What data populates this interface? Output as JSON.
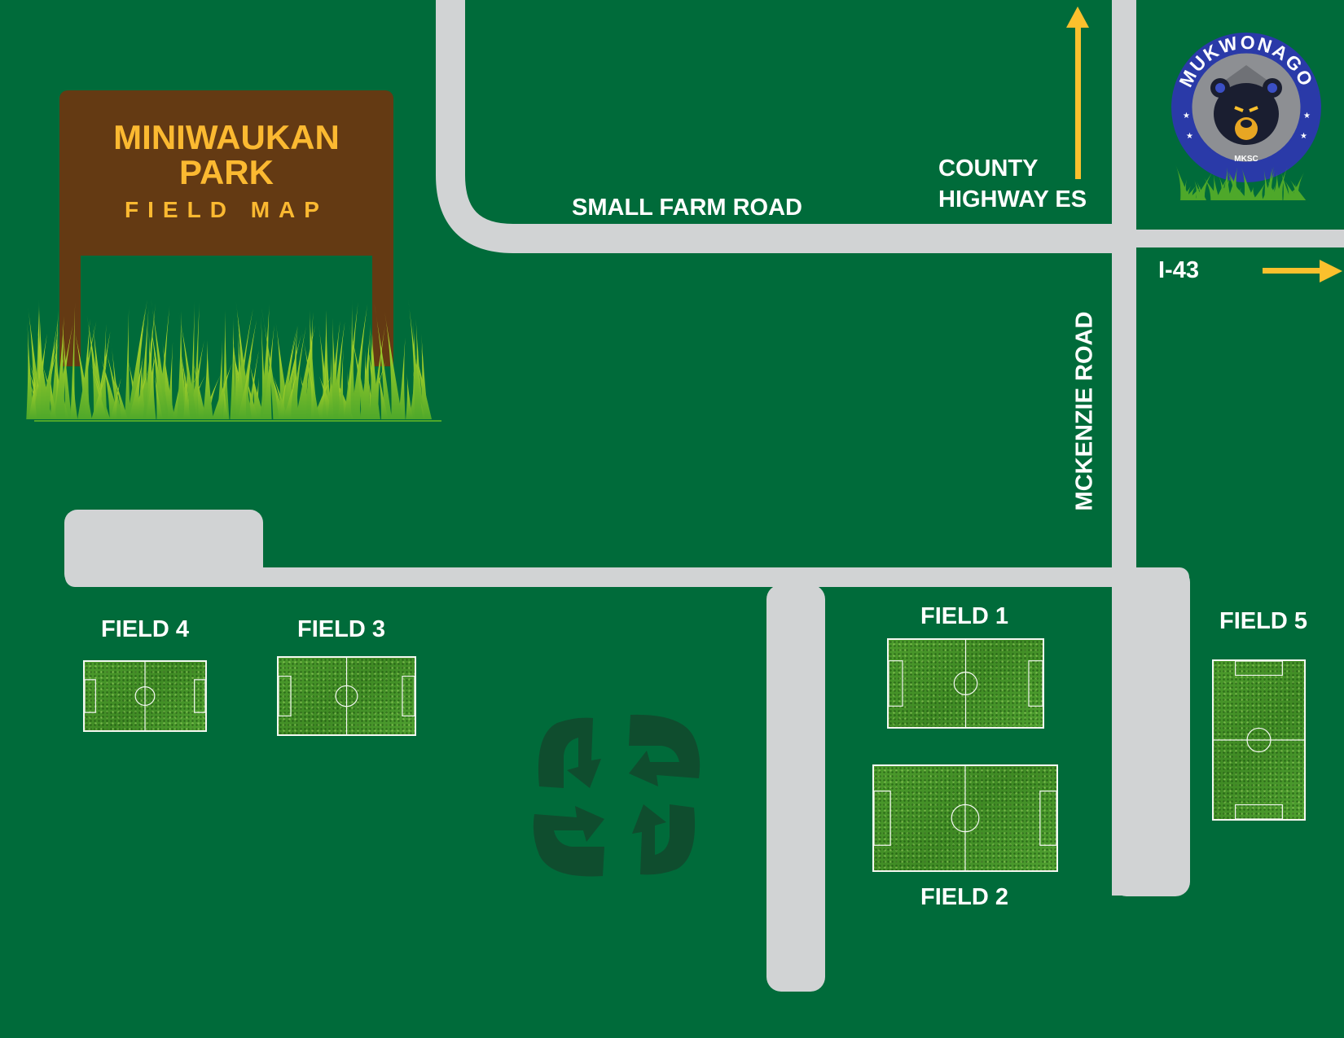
{
  "sign": {
    "title_line1": "MINIWAUKAN",
    "title_line2": "PARK",
    "subtitle": "FIELD MAP"
  },
  "roads": {
    "small_farm_road": "SMALL FARM ROAD",
    "county_highway_line1": "COUNTY",
    "county_highway_line2": "HIGHWAY ES",
    "mckenzie_road": "MCKENZIE ROAD",
    "interstate": "I-43"
  },
  "fields": {
    "field1": "FIELD 1",
    "field2": "FIELD 2",
    "field3": "FIELD 3",
    "field4": "FIELD 4",
    "field5": "FIELD 5"
  },
  "logo": {
    "ring_text": "MUKWONAGO",
    "center_text": "MKSC"
  },
  "icons": {
    "sign": "park-sign-icon",
    "grass": "grass-icon",
    "direction": "arrow-icon",
    "logo": "club-logo-icon",
    "turnaround": "recycle-arrows-icon"
  },
  "colors": {
    "ground": "#006b3a",
    "road": "#d1d3d4",
    "sign_wood": "#643a13",
    "sign_text": "#fbb931",
    "arrow": "#fbc02d",
    "logo_blue": "#2a3aa8",
    "turnaround_dark": "#0f4d2e"
  }
}
